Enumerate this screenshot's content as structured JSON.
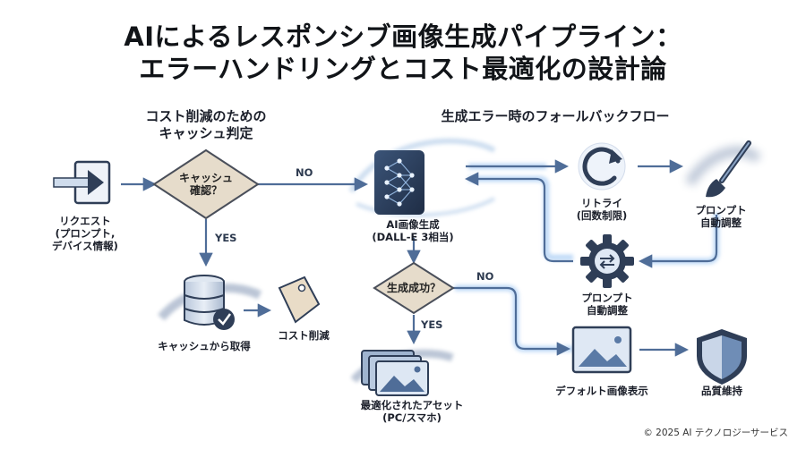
{
  "title": {
    "line1": "AIによるレスポンシブ画像生成パイプライン：",
    "line2": "エラーハンドリングとコスト最適化の設計論"
  },
  "sections": {
    "cache": {
      "line1": "コスト削減のための",
      "line2": "キャッシュ判定"
    },
    "fallback": "生成エラー時のフォールバックフロー"
  },
  "nodes": {
    "request": {
      "line1": "リクエスト",
      "line2": "(プロンプト,",
      "line3": "デバイス情報)",
      "icon": "login-arrow-icon"
    },
    "cache_check": {
      "line1": "キャッシュ",
      "line2": "確認？"
    },
    "cache_hit": {
      "label": "キャッシュから取得",
      "icon": "database-check-icon"
    },
    "cost_cut": {
      "label": "コスト削減",
      "icon": "price-tag-icon"
    },
    "ai_gen": {
      "line1": "AI画像生成",
      "line2": "(DALL-E 3相当)",
      "icon": "neural-network-icon"
    },
    "gen_ok": {
      "label": "生成成功？"
    },
    "optimized": {
      "line1": "最適化されたアセット",
      "line2": "(PC/スマホ)",
      "icon": "image-stack-icon"
    },
    "retry": {
      "line1": "リトライ",
      "line2": "(回数制限)",
      "icon": "refresh-icon"
    },
    "prompt_top": {
      "line1": "プロンプト",
      "line2": "自動調整",
      "icon": "paint-brush-icon"
    },
    "prompt_mid": {
      "line1": "プロンプト",
      "line2": "自動調整",
      "icon": "gear-swap-icon"
    },
    "default_img": {
      "label": "デフォルト画像表示",
      "icon": "picture-icon"
    },
    "quality": {
      "label": "品質維持",
      "icon": "shield-icon"
    }
  },
  "edges": {
    "no1": "NO",
    "yes1": "YES",
    "no2": "NO",
    "yes2": "YES"
  },
  "footer": "© 2025 AI テクノロジーサービス",
  "colors": {
    "arrow": "#5a7aa6",
    "diamond_fill": "#e6dccb",
    "diamond_stroke": "#4a4f5a",
    "icon_dark": "#2f3e57",
    "icon_fill": "#c9d6e8",
    "flow_glow": "#7fb0e6"
  }
}
